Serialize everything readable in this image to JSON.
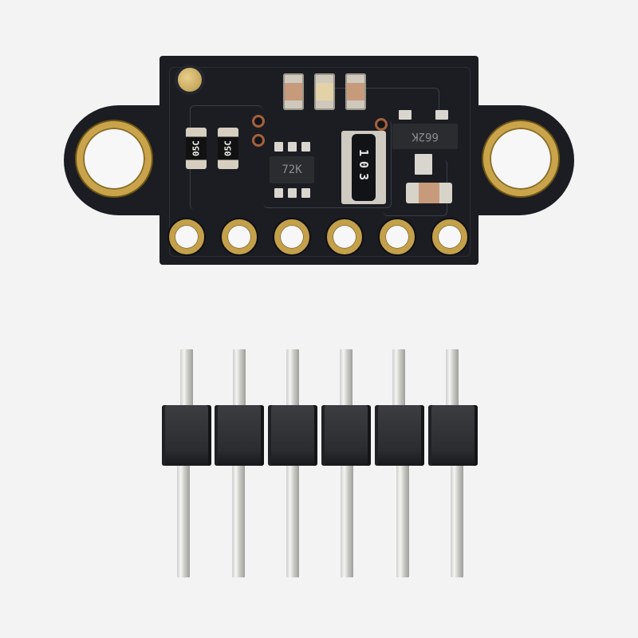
{
  "scene": {
    "description": "Product photo of a black PCB breakout module with six gold through-hole header pads and two mounting holes, above a loose 6-pin male header strip",
    "background_color": "#f3f3f4"
  },
  "pcb": {
    "color": "#1b1d22",
    "mounting_holes": 2,
    "header_pads": 6,
    "pad_color": "#c4a04a",
    "components": {
      "resistors": [
        {
          "marking": "05C"
        },
        {
          "marking": "05C"
        }
      ],
      "ic_sot23_6": {
        "marking": "72K"
      },
      "resistor_array": {
        "marking": "103"
      },
      "transistor_sot23": {
        "marking": "662K"
      },
      "capacitors_top_count": 3
    }
  },
  "pin_header": {
    "pin_count": 6,
    "housing_color": "#2c2e31",
    "pin_color": "#dcdcd8"
  }
}
